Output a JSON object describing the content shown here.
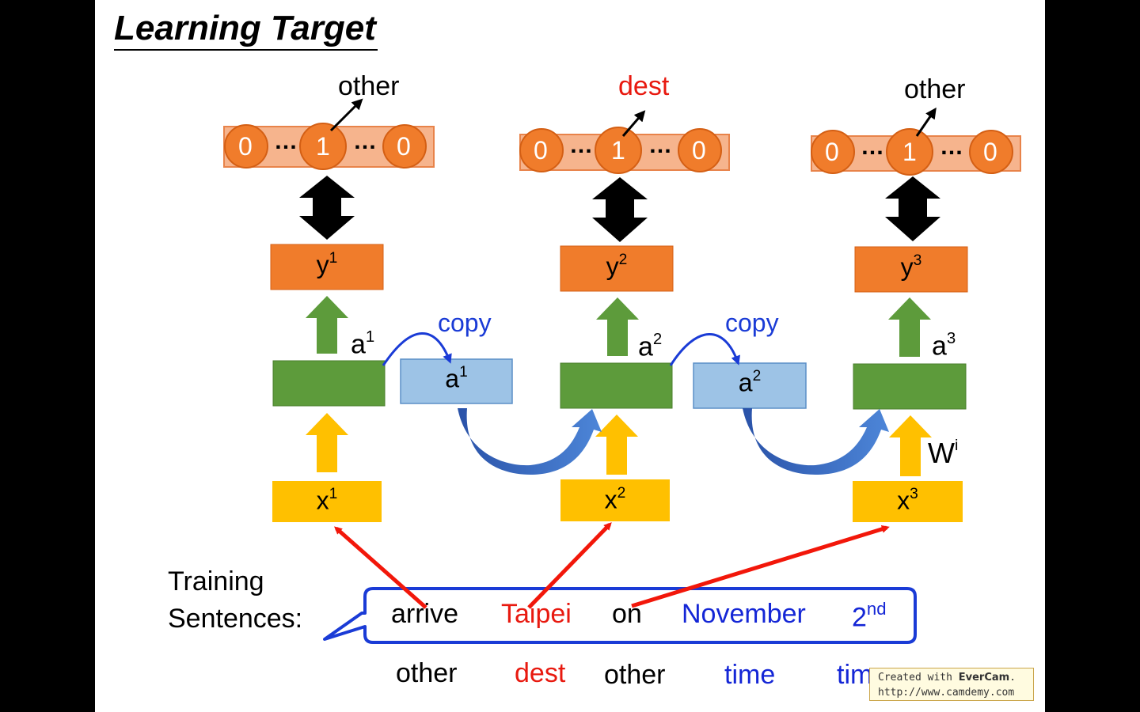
{
  "title": "Learning Target",
  "steps": [
    {
      "output_class": "other",
      "one_hot": [
        "0",
        "…",
        "1",
        "…",
        "0"
      ],
      "y": "y",
      "y_sup": "1",
      "a": "a",
      "a_sup": "1",
      "x": "x",
      "x_sup": "1"
    },
    {
      "output_class": "dest",
      "one_hot": [
        "0",
        "…",
        "1",
        "…",
        "0"
      ],
      "y": "y",
      "y_sup": "2",
      "a": "a",
      "a_sup": "2",
      "x": "x",
      "x_sup": "2"
    },
    {
      "output_class": "other",
      "one_hot": [
        "0",
        "…",
        "1",
        "…",
        "0"
      ],
      "y": "y",
      "y_sup": "3",
      "a": "a",
      "a_sup": "3",
      "x": "x",
      "x_sup": "3"
    }
  ],
  "memory": [
    {
      "copy_label": "copy",
      "a": "a",
      "a_sup": "1"
    },
    {
      "copy_label": "copy",
      "a": "a",
      "a_sup": "2"
    }
  ],
  "weight": {
    "label": "W",
    "sup": "i"
  },
  "training_label": [
    "Training",
    "Sentences:"
  ],
  "sentence": {
    "words": [
      "arrive",
      "Taipei",
      "on",
      "November",
      "2"
    ],
    "ordinal_suffix": "nd",
    "word_colors": [
      "#000000",
      "#e8190f",
      "#000000",
      "#1426d6",
      "#1426d6"
    ]
  },
  "slot_labels": [
    "other",
    "dest",
    "other",
    "time",
    "time"
  ],
  "slot_colors": [
    "#000000",
    "#e8190f",
    "#000000",
    "#1426d6",
    "#1426d6"
  ],
  "watermark": {
    "line1_prefix": "Created with ",
    "brand": "EverCam",
    "line1_suffix": ".",
    "line2": "http://www.camdemy.com"
  },
  "colors": {
    "orange": "#f07c2b",
    "green": "#5d9b3b",
    "light_blue": "#9dc3e6",
    "yellow": "#ffc000",
    "red_arrow": "#f2170a",
    "blue_arrow": "#3a6fc4"
  }
}
